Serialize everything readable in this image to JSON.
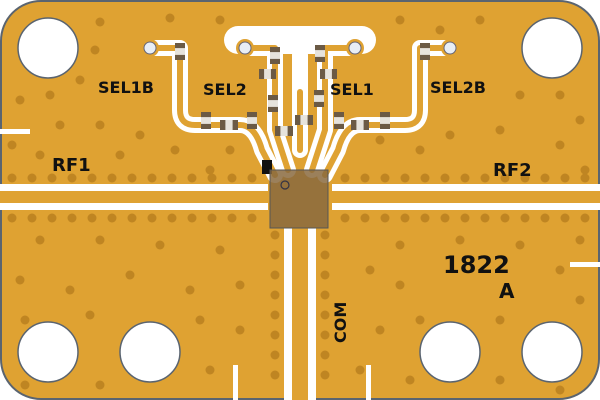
{
  "board": {
    "labels": {
      "sel1b": "SEL1B",
      "sel2": "SEL2",
      "sel1": "SEL1",
      "sel2b": "SEL2B",
      "rf1": "RF1",
      "rf2": "RF2",
      "com": "COM",
      "part_number": "1822",
      "revision": "A"
    },
    "colors": {
      "copper": "#DFA232",
      "via": "#BF8522",
      "gap": "#FFFFFF",
      "chip": "#8A6A3E",
      "outline": "#5A6470"
    }
  }
}
